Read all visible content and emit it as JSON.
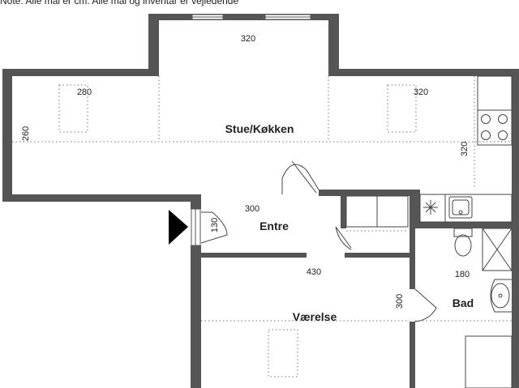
{
  "note": "Note: Alle mål er cm. Alle mål og inventar er vejledende",
  "rooms": {
    "living_kitchen": "Stue/Køkken",
    "entrance": "Entre",
    "bedroom": "Værelse",
    "bathroom": "Bad"
  },
  "dimensions": {
    "bay_width": "320",
    "living_left_width": "280",
    "living_right_width": "320",
    "living_depth": "260",
    "kitchen_depth": "320",
    "entrance_width": "300",
    "entrance_depth": "130",
    "bedroom_width": "430",
    "bedroom_depth": "300",
    "bathroom_width": "180"
  },
  "colors": {
    "wall": "#555555",
    "line": "#444444",
    "dash": "#777777",
    "arrow": "#000000"
  },
  "icons": [
    "entrance-arrow-icon",
    "stove-icon",
    "sink-icon",
    "toilet-icon",
    "washbasin-icon",
    "shower-icon"
  ]
}
